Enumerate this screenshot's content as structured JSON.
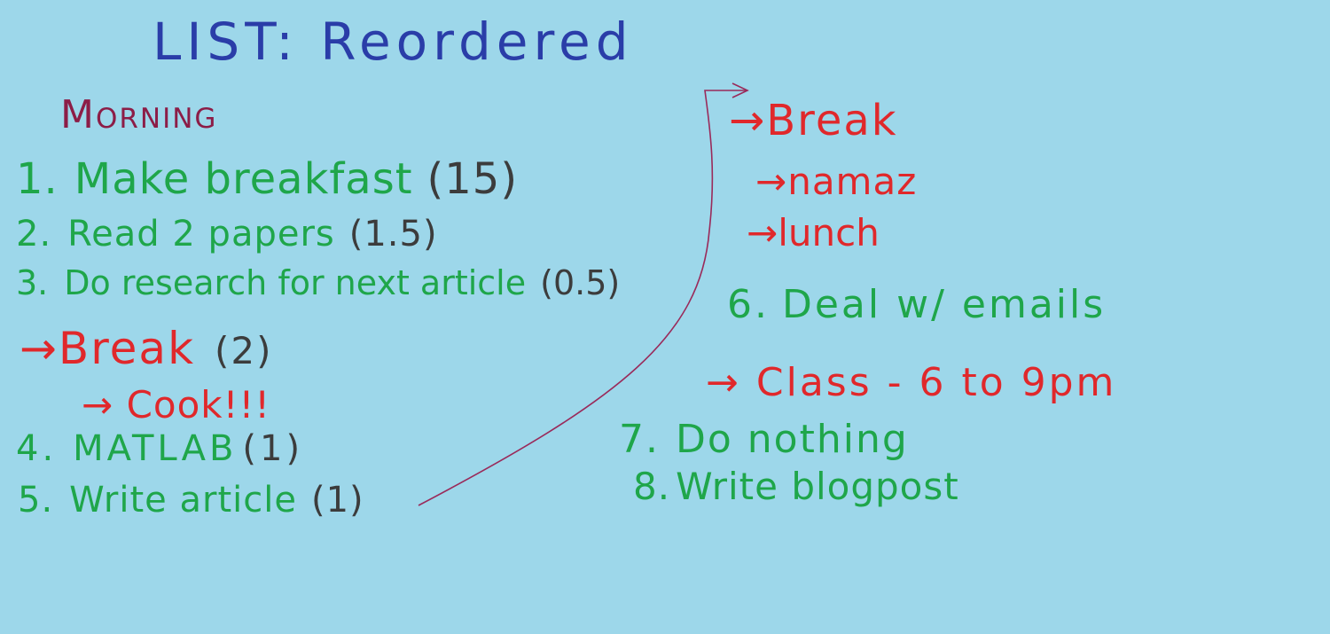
{
  "title": "LIST: Reordered",
  "section": "Morning",
  "arrow_glyph": "→",
  "left_items": [
    {
      "num": "1.",
      "text": "Make breakfast",
      "dur": "(15)"
    },
    {
      "num": "2.",
      "text": "Read 2 papers",
      "dur": "(1.5)"
    },
    {
      "num": "3.",
      "text": "Do research for next article",
      "dur": "(0.5)"
    }
  ],
  "break1": {
    "text": "Break",
    "dur": "(2)"
  },
  "cook": "Cook!!!",
  "left_items_2": [
    {
      "num": "4.",
      "text": "MATLAB",
      "dur": "(1)"
    },
    {
      "num": "5.",
      "text": "Write article",
      "dur": "(1)"
    }
  ],
  "right_breaks": [
    "Break",
    "namaz",
    "lunch"
  ],
  "item6": {
    "num": "6.",
    "text": "Deal w/ emails"
  },
  "class_note": "Class - 6 to 9pm",
  "right_items": [
    {
      "num": "7.",
      "text": "Do nothing"
    },
    {
      "num": "8.",
      "text": "Write blogpost"
    }
  ],
  "colors": {
    "background": "#9dd7ea",
    "title": "#2a3da8",
    "section": "#8c1d47",
    "task": "#1fa64a",
    "break": "#e0282b",
    "duration": "#3c3c3c",
    "connector": "#9a2a5a"
  }
}
